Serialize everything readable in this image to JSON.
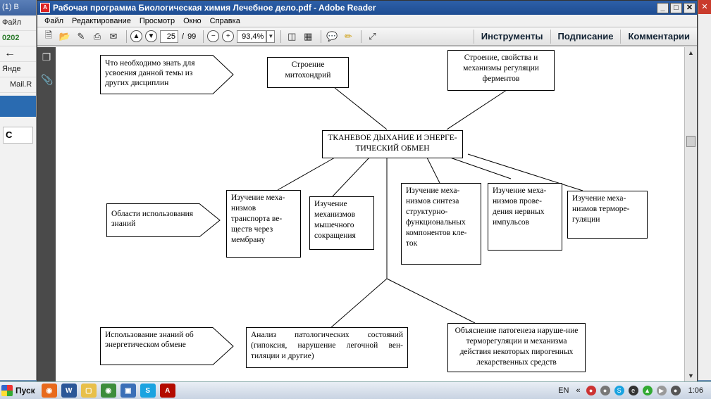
{
  "bg_browser": {
    "tab_title": "(1) В",
    "menu_file": "Файл",
    "address": "0202",
    "bookmark_yandex": "Янде",
    "bookmark_mail": "Mail.R",
    "box_letter": "C"
  },
  "window": {
    "title": "Рабочая программа Биологическая химия Лечебное дело.pdf - Adobe Reader"
  },
  "menu": {
    "items": [
      "Файл",
      "Редактирование",
      "Просмотр",
      "Окно",
      "Справка"
    ]
  },
  "toolbar": {
    "page_current": "25",
    "page_separator": "/",
    "page_total": "99",
    "zoom": "93,4%",
    "tools": "Инструменты",
    "sign": "Подписание",
    "comments": "Комментарии"
  },
  "diagram": {
    "center": "ТКАНЕВОЕ ДЫХАНИЕ И ЭНЕРГЕ-ТИЧЕСКИЙ ОБМЕН",
    "arrow_prior_knowledge": "Что необходимо знать для усвоения данной темы из других дисциплин",
    "top_mitochondria": "Строение митохондрий",
    "top_enzymes": "Строение, свойства и механизмы регуляции ферментов",
    "arrow_application": "Области использования знаний",
    "mid_transport": "Изучение меха-низмов транспорта ве-ществ через мембрану",
    "mid_muscle": "Изучение механизмов мышечного сокращения",
    "mid_synthesis": "Изучение меха-низмов синтеза структурно-функциональных компонентов кле-ток",
    "mid_nerve": "Изучение меха-низмов прове-дения нервных импульсов",
    "mid_thermo": "Изучение меха-низмов терморе-гуляции",
    "arrow_usage": "Использование знаний об энергетическом обмене",
    "bottom_analysis": "Анализ патологических состояний (гипоксия, нарушение легочной вен-тиляции и другие)",
    "bottom_explanation": "Объяснение патогенеза наруше-ние терморегуляции и механизма действия некоторых пирогенных лекарственных средств"
  },
  "taskbar": {
    "start": "Пуск",
    "lang": "EN",
    "clock": "1:06"
  }
}
